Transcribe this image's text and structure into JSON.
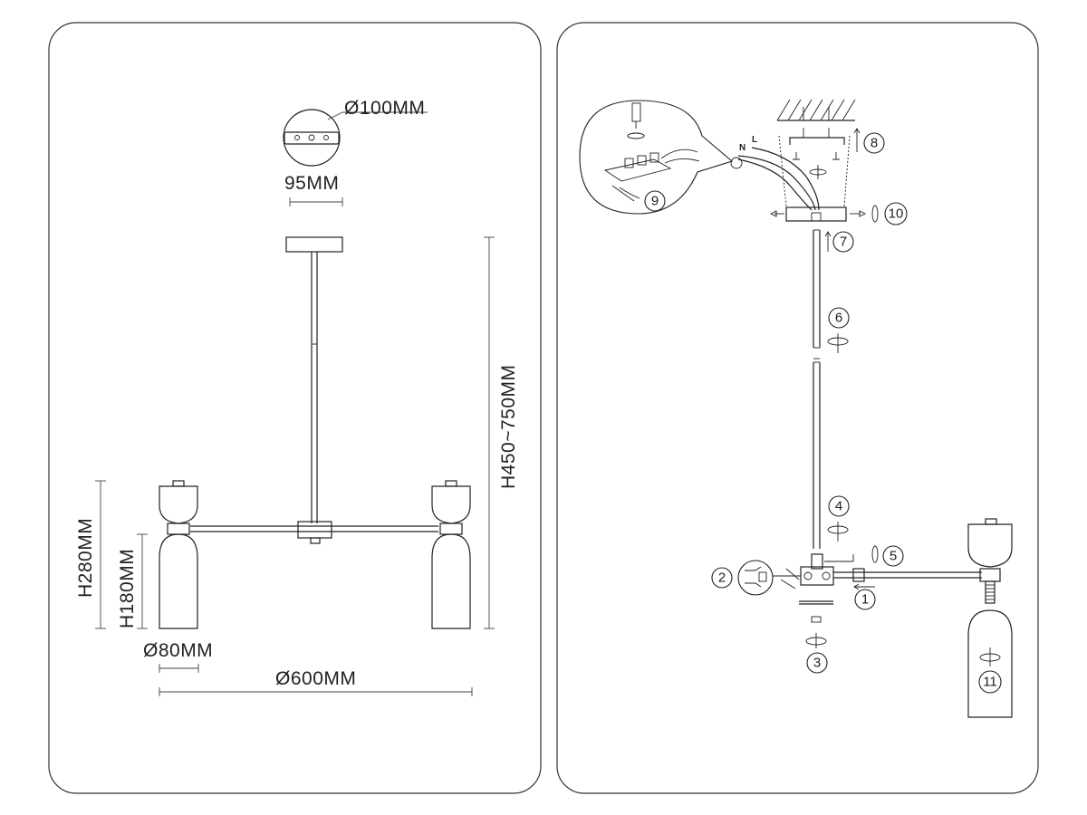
{
  "dimensions": {
    "canopy_diameter": "Ø100MM",
    "canopy_width": "95MM",
    "overall_height": "H450~750MM",
    "shade_height_total": "H280MM",
    "shade_height_lower": "H180MM",
    "shade_diameter": "Ø80MM",
    "overall_diameter": "Ø600MM"
  },
  "assembly": {
    "wire_labels": {
      "neutral": "N",
      "live": "L"
    },
    "steps": [
      "1",
      "2",
      "3",
      "4",
      "5",
      "6",
      "7",
      "8",
      "9",
      "10",
      "11"
    ]
  }
}
